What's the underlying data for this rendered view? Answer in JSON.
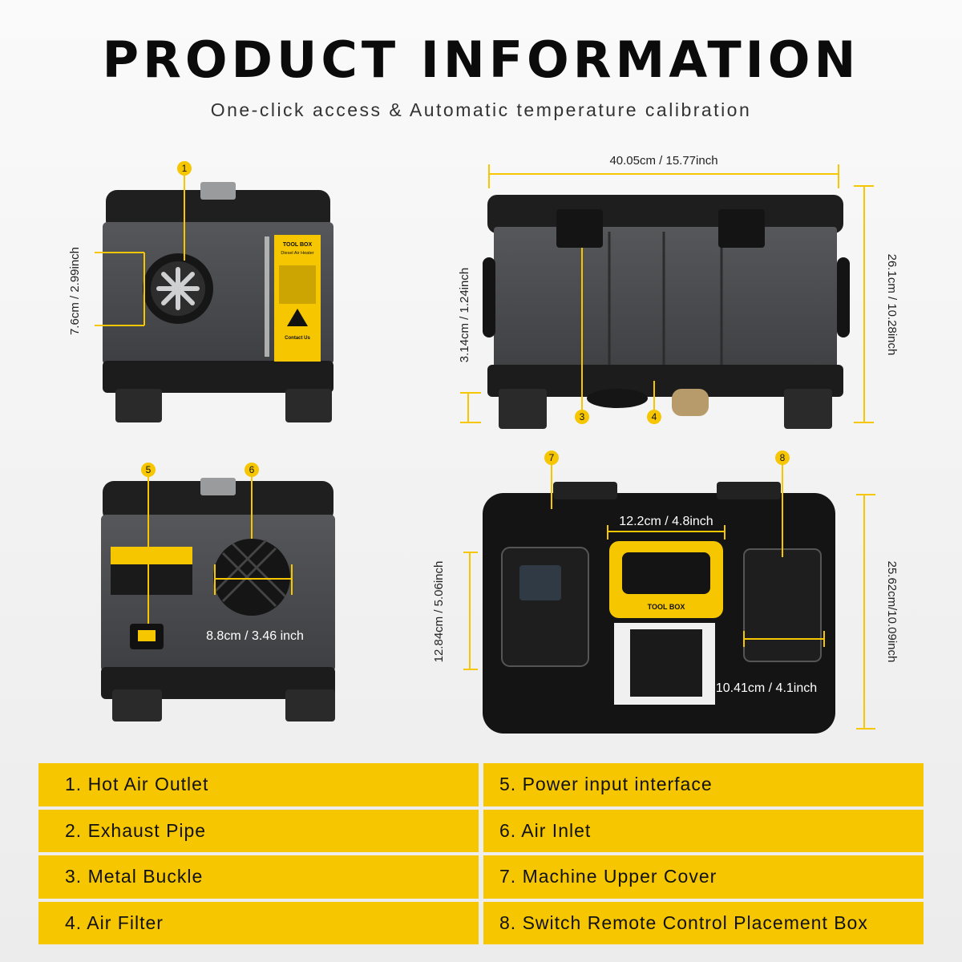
{
  "header": {
    "title": "PRODUCT INFORMATION",
    "subtitle": "One-click access & Automatic temperature calibration"
  },
  "colors": {
    "accent": "#f6c600",
    "housing": "#4a4b4e",
    "housing_dark": "#1c1c1d"
  },
  "views": {
    "side_outlet": {
      "badge": "1",
      "height_dim": "7.6cm / 2.99inch",
      "label_title": "TOOL BOX",
      "label_sub": "Diesel Air Heater",
      "contact": "Contact Us"
    },
    "front": {
      "width_dim": "40.05cm / 15.77inch",
      "height_dim": "26.1cm / 10.28inch",
      "foot_dim": "3.14cm / 1.24inch",
      "badges": [
        "3",
        "4"
      ]
    },
    "side_inlet": {
      "badges": [
        "5",
        "6"
      ],
      "inlet_dim": "8.8cm / 3.46 inch"
    },
    "top": {
      "badges": [
        "7",
        "8"
      ],
      "handle_dim": "12.2cm / 4.8inch",
      "depth_dim": "25.62cm/10.09inch",
      "panel_dim": "12.84cm / 5.06inch",
      "box_dim": "10.41cm / 4.1inch",
      "handle_label": "TOOL BOX"
    }
  },
  "legend": {
    "left": [
      "1. Hot Air Outlet",
      "2. Exhaust Pipe",
      "3. Metal Buckle",
      "4. Air Filter"
    ],
    "right": [
      "5. Power input interface",
      "6. Air Inlet",
      "7. Machine Upper Cover",
      "8. Switch Remote Control Placement Box"
    ]
  }
}
